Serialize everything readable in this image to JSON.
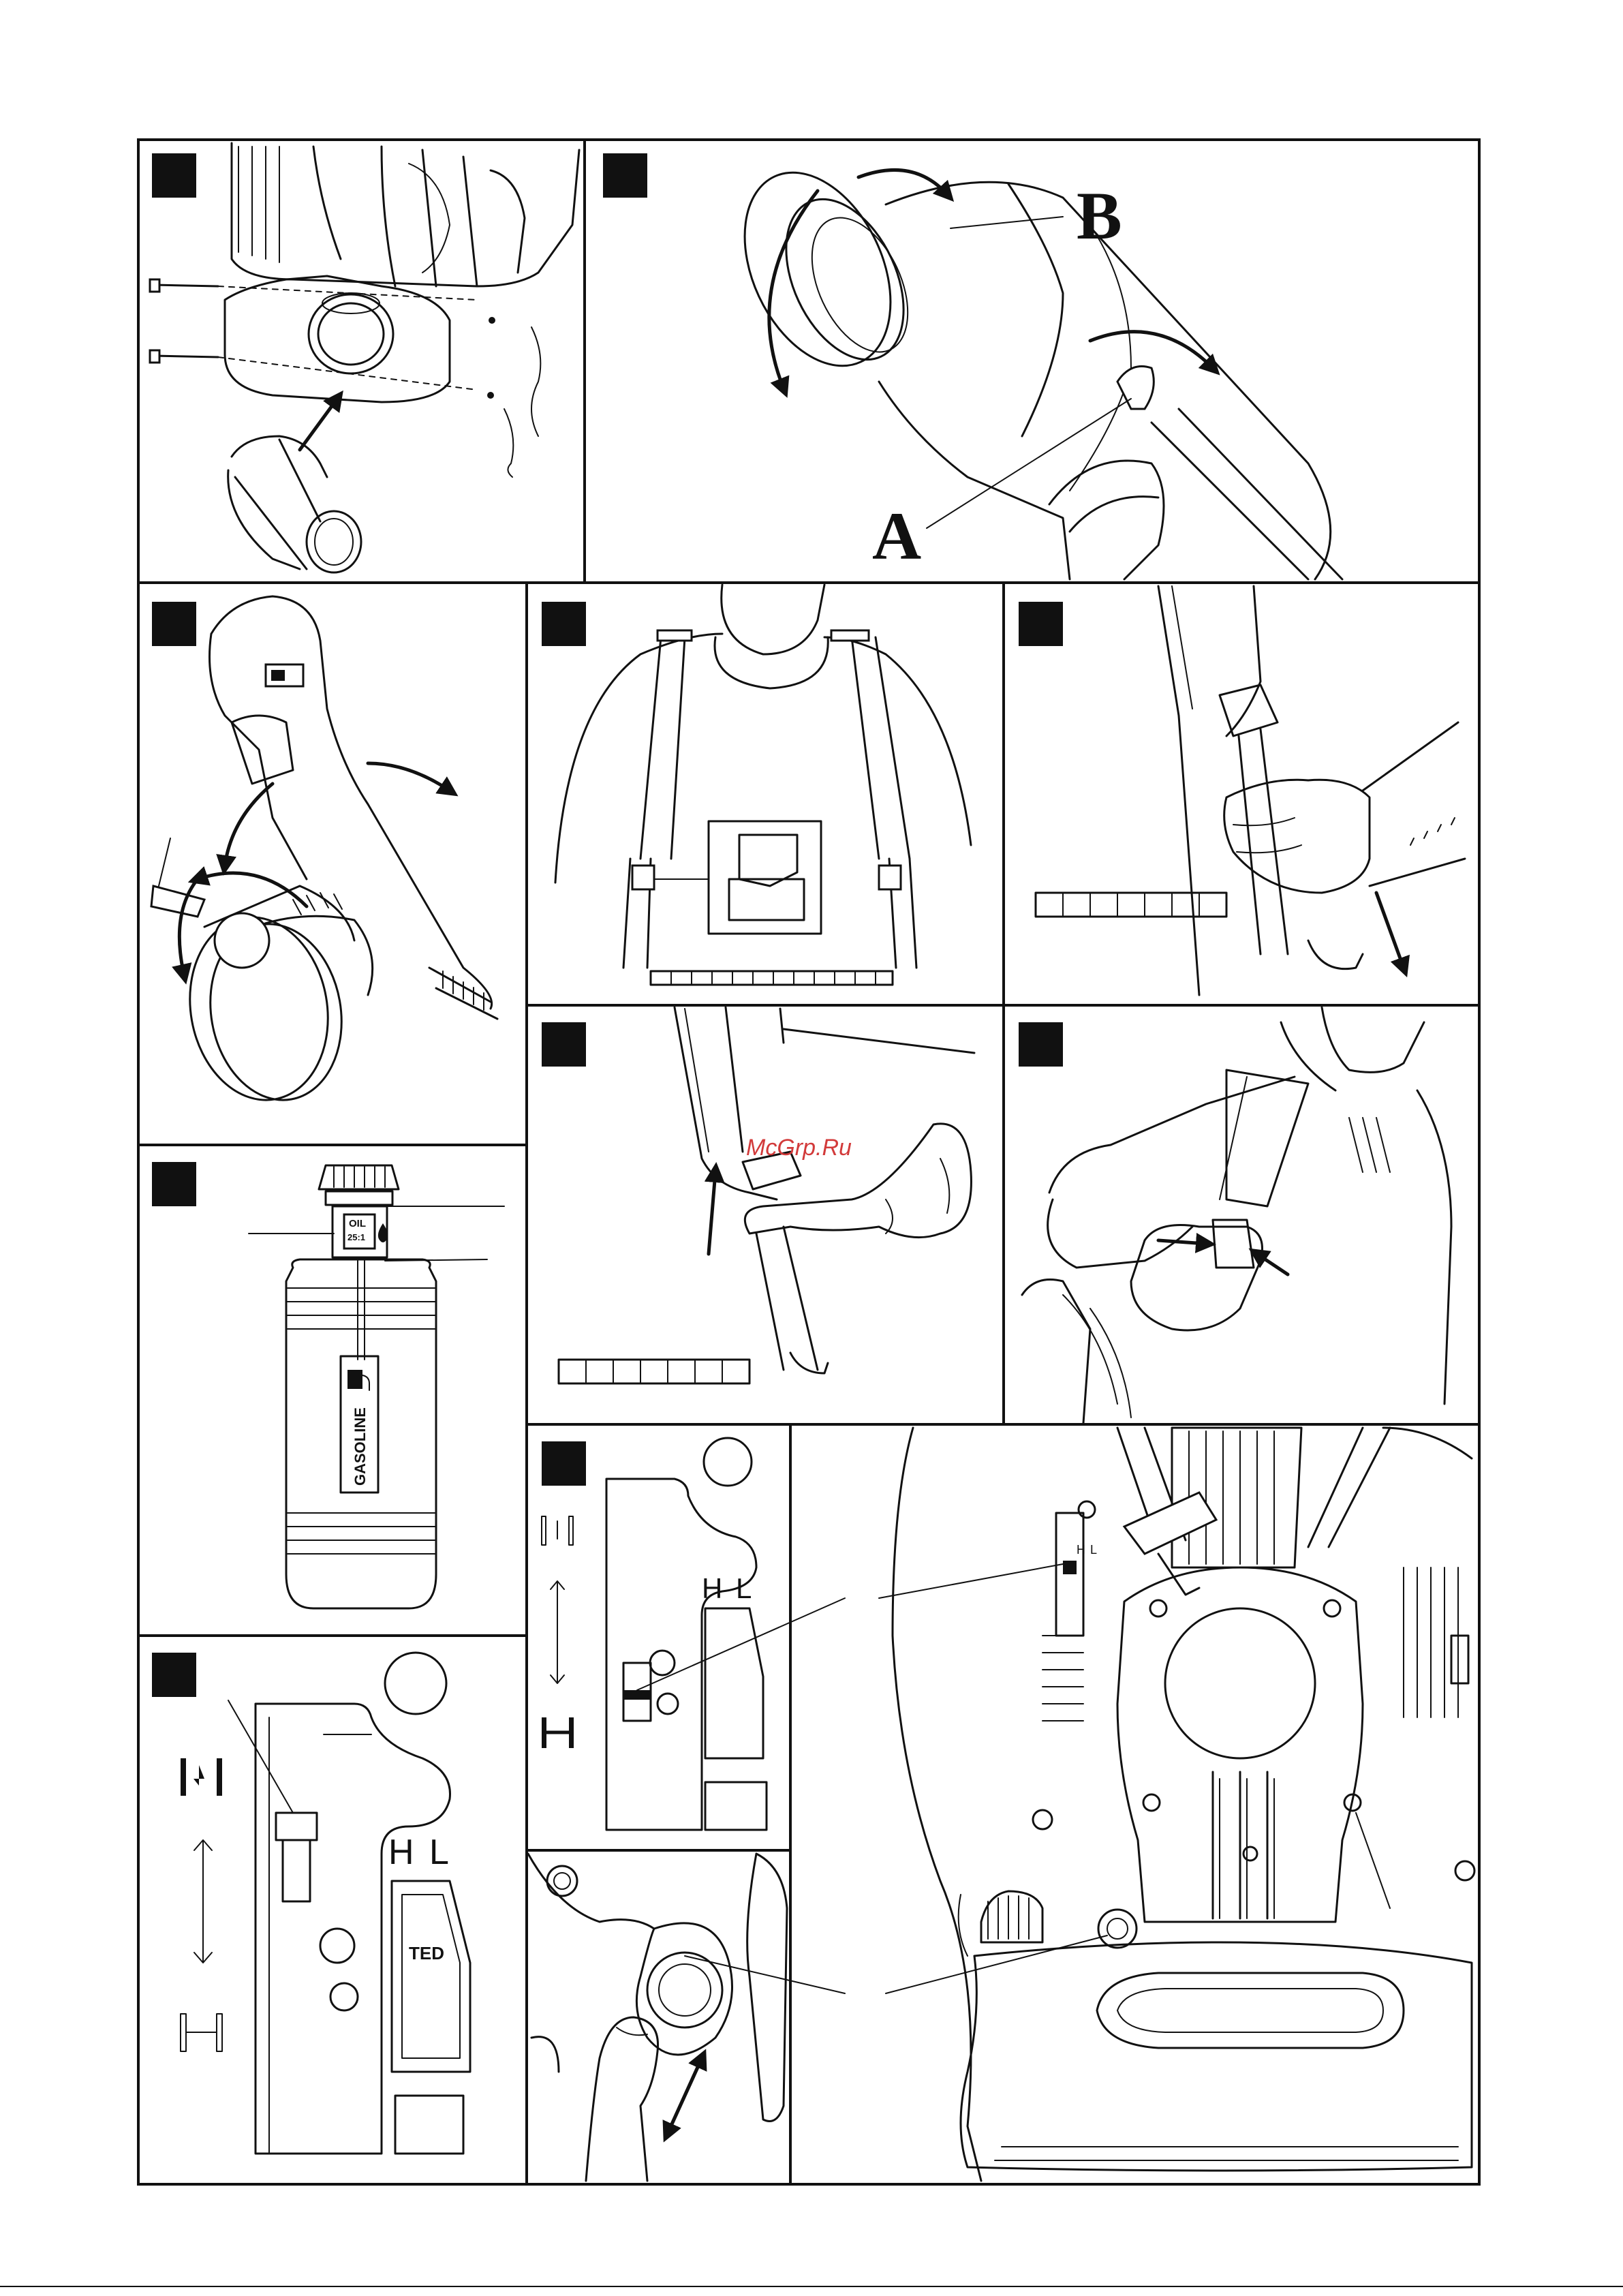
{
  "figure_labels": {
    "point_a": "A",
    "point_b": "B"
  },
  "tank_labels": {
    "oil": "OIL",
    "ratio": "25:1",
    "gasoline": "GASOLINE"
  },
  "choke_labels": {
    "high": "H",
    "low": "L",
    "stamp": "TED"
  },
  "watermark": "McGrp.Ru",
  "colors": {
    "ink": "#111111",
    "paper": "#ffffff",
    "watermark": "#d23a3a"
  }
}
